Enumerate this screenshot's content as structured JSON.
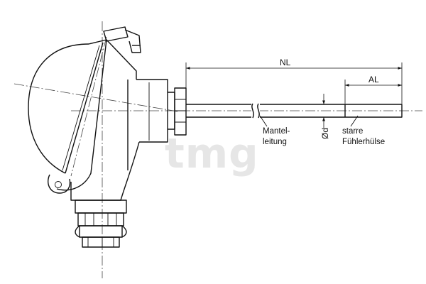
{
  "drawing": {
    "watermark": "tmg",
    "dimensions": {
      "nominal_length": "NL",
      "sheath_length": "AL",
      "diameter": "Ød"
    },
    "labels": {
      "mantel_line1": "Mantel-",
      "mantel_line2": "leitung",
      "starre_line1": "starre",
      "starre_line2": "Fühlerhülse"
    }
  }
}
